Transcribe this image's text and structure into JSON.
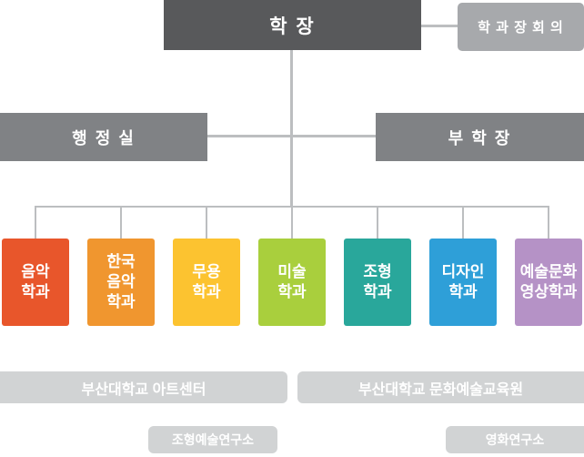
{
  "colors": {
    "dean_box": "#58595b",
    "council_box": "#a7a9ac",
    "mid_box": "#808285",
    "bar_box": "#d1d3d4",
    "connector_line": "#bcbec0"
  },
  "chart": {
    "dean": "학 장",
    "council": "학 과 장 회 의",
    "admin_office": "행 정 실",
    "vice_dean": "부 학 장"
  },
  "departments": [
    {
      "label": "음악\n학과",
      "color": "#e8562b"
    },
    {
      "label": "한국\n음악\n학과",
      "color": "#f0962f"
    },
    {
      "label": "무용\n학과",
      "color": "#fcc330"
    },
    {
      "label": "미술\n학과",
      "color": "#a9cf3d"
    },
    {
      "label": "조형\n학과",
      "color": "#29a79b"
    },
    {
      "label": "디자인\n학과",
      "color": "#2e9fd8"
    },
    {
      "label": "예술문화\n영상학과",
      "color": "#b592c6"
    }
  ],
  "institutes": [
    {
      "label": "부산대학교 아트센터"
    },
    {
      "label": "부산대학교 문화예술교육원"
    },
    {
      "label": "조형예술연구소"
    },
    {
      "label": "영화연구소"
    }
  ]
}
